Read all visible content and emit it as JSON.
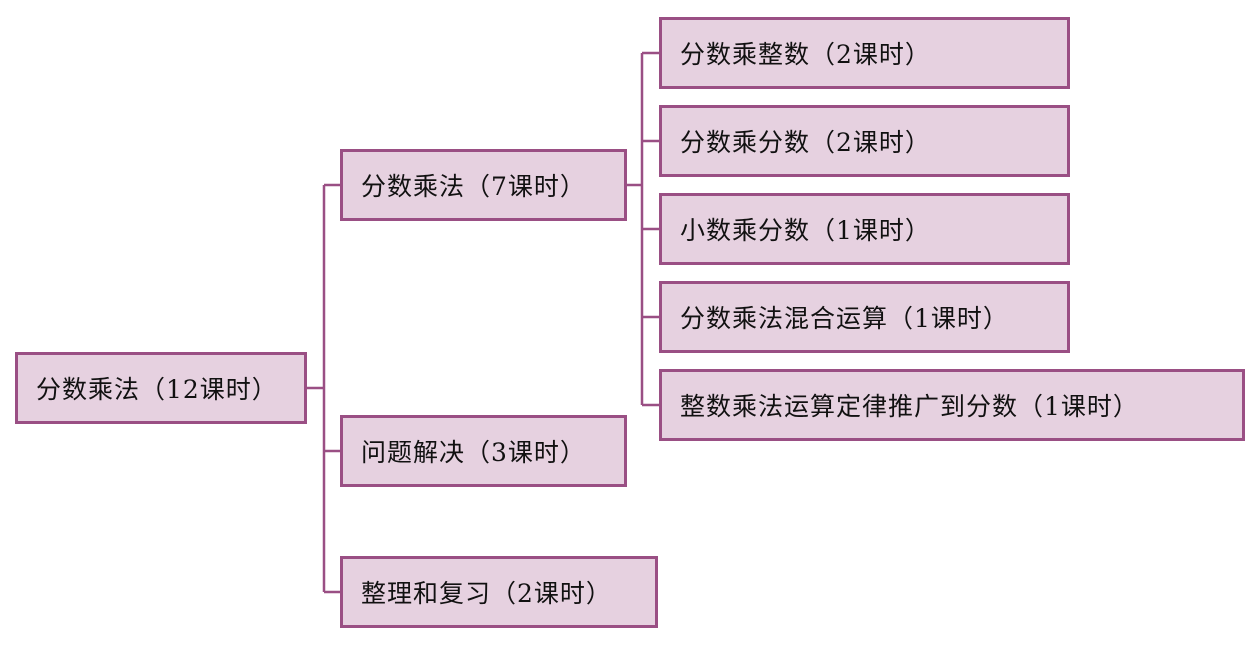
{
  "colors": {
    "node_fill": "#e6d1e0",
    "node_border": "#9a4f84",
    "connector": "#9a4f84"
  },
  "tree": {
    "root": {
      "label": "分数乘法（12课时）"
    },
    "branches": [
      {
        "label": "分数乘法（7课时）",
        "children": [
          {
            "label": "分数乘整数（2课时）"
          },
          {
            "label": "分数乘分数（2课时）"
          },
          {
            "label": "小数乘分数（1课时）"
          },
          {
            "label": "分数乘法混合运算（1课时）"
          },
          {
            "label": "整数乘法运算定律推广到分数（1课时）"
          }
        ]
      },
      {
        "label": "问题解决（3课时）"
      },
      {
        "label": "整理和复习（2课时）"
      }
    ]
  }
}
